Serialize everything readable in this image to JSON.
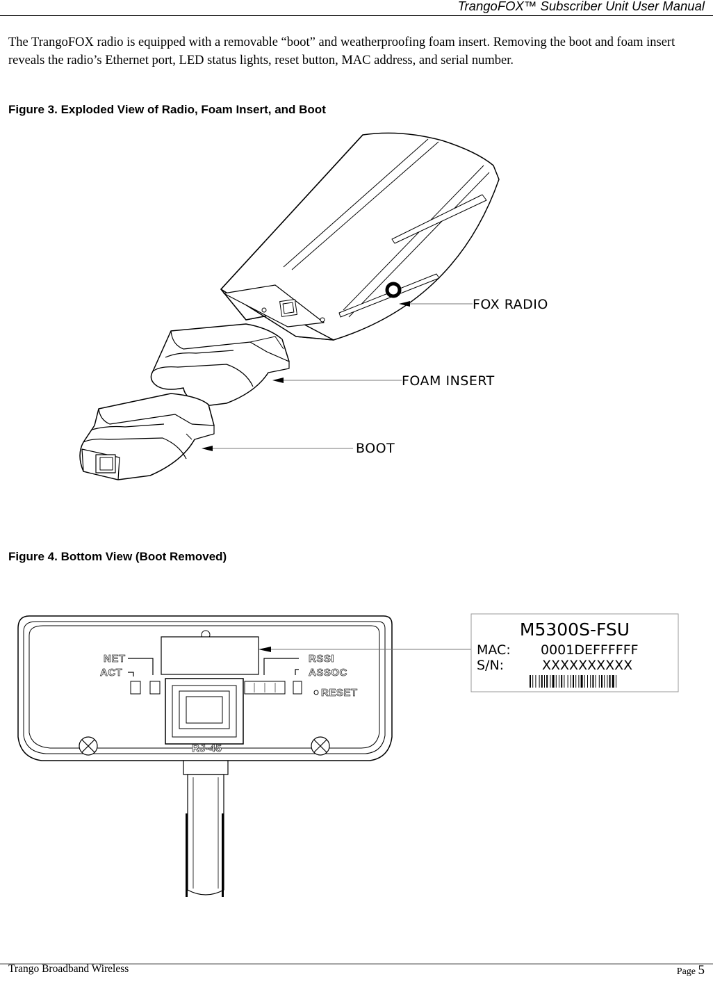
{
  "header": {
    "title": "TrangoFOX™ Subscriber Unit User Manual"
  },
  "intro": "The TrangoFOX radio is equipped with a removable “boot” and weatherproofing foam insert.  Removing the boot and foam insert reveals the radio’s Ethernet port, LED status lights, reset button, MAC address, and serial number.",
  "figure3": {
    "caption": "Figure 3.  Exploded View of Radio, Foam Insert, and Boot",
    "callouts": {
      "radio": "FOX RADIO",
      "foam": "FOAM INSERT",
      "boot": "BOOT"
    }
  },
  "figure4": {
    "caption": "Figure 4.  Bottom View (Boot Removed)",
    "silkscreen": {
      "net": "NET",
      "act": "ACT",
      "rssi": "RSSI",
      "assoc": "ASSOC",
      "reset": "RESET",
      "rj45": "RJ-45"
    },
    "label": {
      "model": "M5300S-FSU",
      "mac_label": "MAC:",
      "mac_value": "0001DEFFFFFF",
      "sn_label": "S/N:",
      "sn_value": "XXXXXXXXXX"
    }
  },
  "footer": {
    "company": "Trango Broadband Wireless",
    "page_label": "Page",
    "page_number": "5"
  }
}
